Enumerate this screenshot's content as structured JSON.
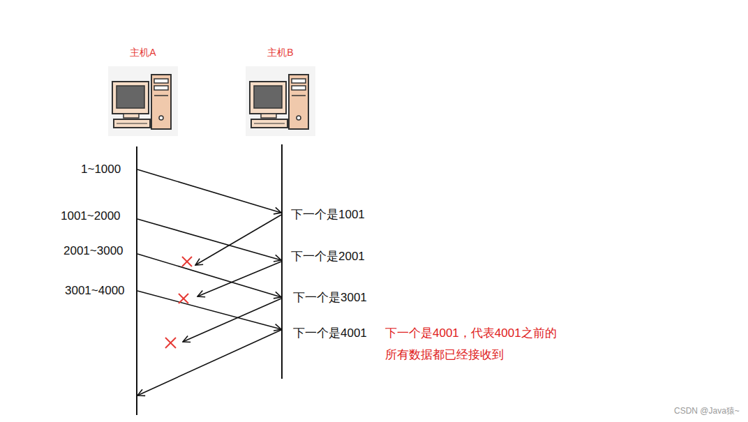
{
  "diagram": {
    "nodes": [
      {
        "text": [
          "主机A"
        ]
      },
      {
        "text": [
          "主机B"
        ]
      }
    ],
    "labels": [
      "1~1000",
      "1001~2000",
      "2001~3000",
      "3001~4000",
      "下一个是1001",
      "下一个是2001",
      "下一个是3001",
      "下一个是4001",
      "下一个是4001，代表4001之前的 所有数据都已经接收到",
      "CSDN @Java猿~"
    ]
  }
}
